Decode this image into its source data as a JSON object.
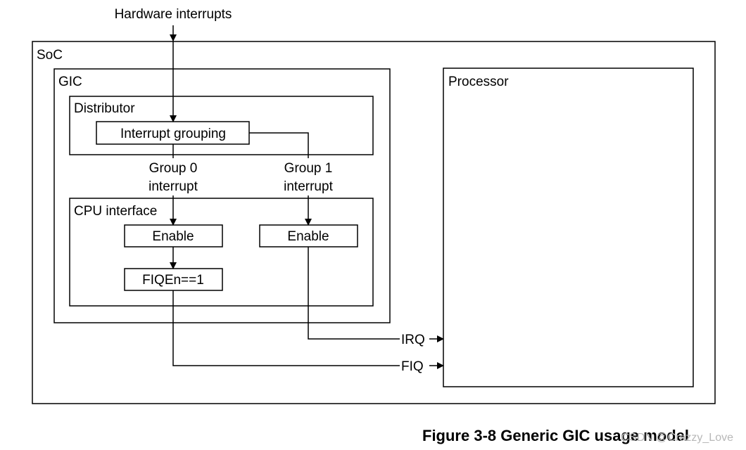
{
  "diagram": {
    "input_label": "Hardware interrupts",
    "soc_label": "SoC",
    "gic_label": "GIC",
    "distributor_label": "Distributor",
    "grouping_label": "Interrupt grouping",
    "group0_line1": "Group 0",
    "group0_line2": "interrupt",
    "group1_line1": "Group 1",
    "group1_line2": "interrupt",
    "cpu_interface_label": "CPU interface",
    "enable0_label": "Enable",
    "enable1_label": "Enable",
    "fiqen_label": "FIQEn==1",
    "processor_label": "Processor",
    "irq_label": "IRQ",
    "fiq_label": "FIQ"
  },
  "caption": "Figure 3-8 Generic GIC usage model",
  "watermark": "CSDN @Crazzy_Love"
}
